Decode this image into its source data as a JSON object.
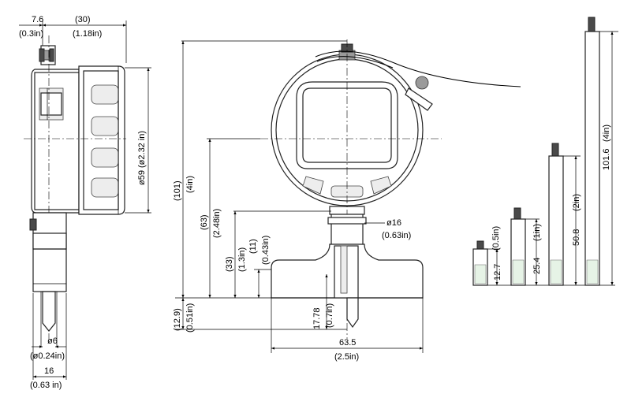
{
  "side_view": {
    "dim_7_6": "7.6",
    "dim_0_3in": "(0.3in)",
    "dim_30": "(30)",
    "dim_1_18in": "(1.18in)",
    "dim_dia59": "ø59 (ø2.32 in)",
    "dim_dia6": "ø6",
    "dim_dia0_24in": "(ø0.24in)",
    "dim_16": "16",
    "dim_0_63in": "(0.63 in)"
  },
  "front_view": {
    "dim_101": "(101)",
    "dim_4in": "(4in)",
    "dim_63": "(63)",
    "dim_2_48in": "(2.48in)",
    "dim_33": "(33)",
    "dim_1_3in": "(1.3in)",
    "dim_11": "(11)",
    "dim_0_43in": "(0.43in)",
    "dim_12_9": "(12.9)",
    "dim_0_51in": "(0.51in)",
    "dim_dia16": "ø16",
    "dim_0_63in": "(0.63in)",
    "dim_17_78": "17.78",
    "dim_0_7in": "(0.7in)",
    "dim_63_5": "63.5",
    "dim_2_5in": "(2.5in)"
  },
  "extension_rods": [
    {
      "value": "12.7",
      "inch": "(0.5in)"
    },
    {
      "value": "25.4",
      "inch": "(1in)"
    },
    {
      "value": "50.8",
      "inch": "(2in)"
    },
    {
      "value": "101.6",
      "inch": "(4in)"
    }
  ]
}
